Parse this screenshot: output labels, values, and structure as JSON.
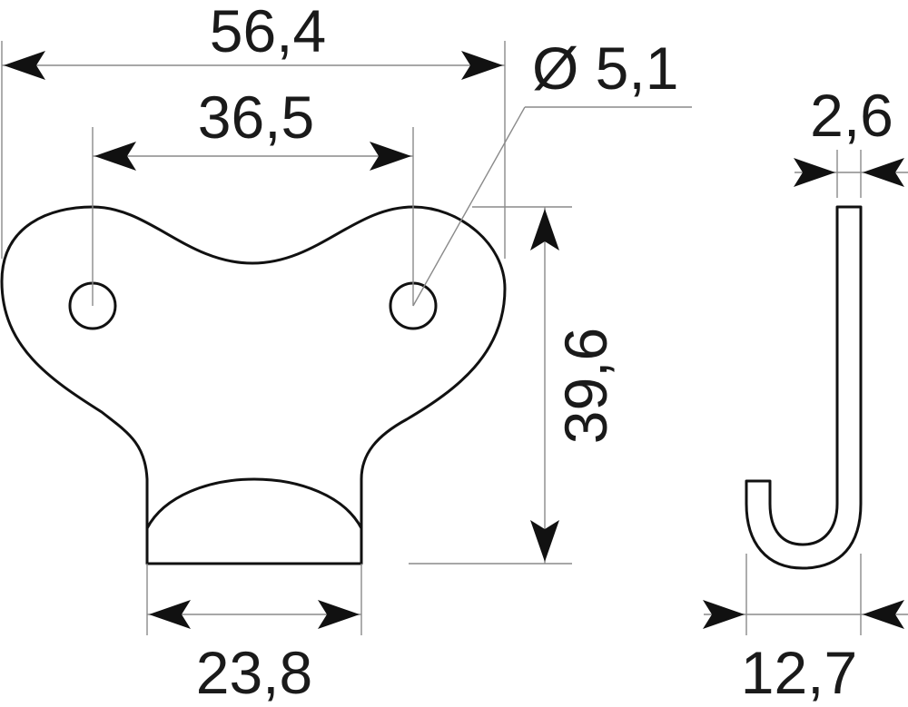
{
  "dimensions": {
    "overall_width": "56,4",
    "hole_spacing": "36,5",
    "hole_diameter": "Ø 5,1",
    "height": "39,6",
    "tab_width": "23,8",
    "material_thickness": "2,6",
    "hook_depth": "12,7"
  },
  "colors": {
    "outline": "#111111",
    "dimension_line": "#8a8a8a",
    "text": "#1a1a1a"
  }
}
